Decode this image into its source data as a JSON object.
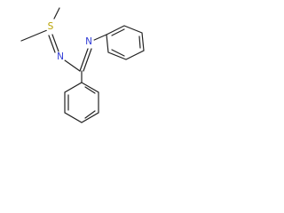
{
  "atoms": {
    "sulfur": {
      "label": "S",
      "color": "#b8a100"
    },
    "nitrogen_left": {
      "label": "N",
      "color": "#2f3bd6"
    },
    "nitrogen_right": {
      "label": "N",
      "color": "#2f3bd6"
    }
  },
  "colors": {
    "bond": "#222222",
    "background": "#ffffff"
  }
}
